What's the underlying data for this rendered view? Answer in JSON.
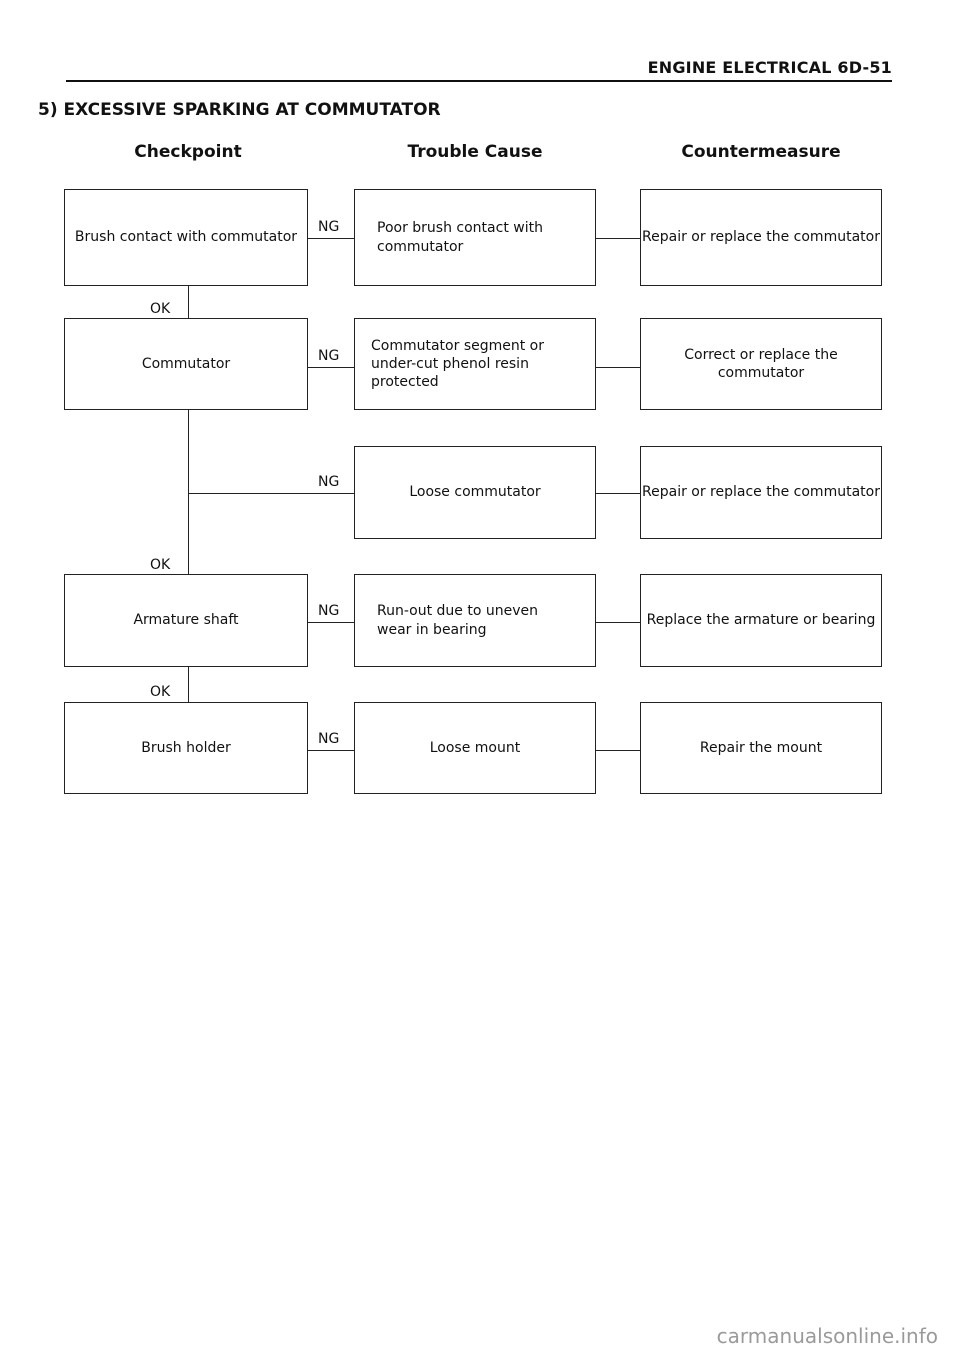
{
  "header": {
    "title": "ENGINE ELECTRICAL  6D-51"
  },
  "section": {
    "title": "5) EXCESSIVE SPARKING AT COMMUTATOR"
  },
  "columns": {
    "checkpoint": "Checkpoint",
    "cause": "Trouble Cause",
    "countermeasure": "Countermeasure"
  },
  "labels": {
    "ng": "NG",
    "ok": "OK"
  },
  "checkpoints": [
    "Brush contact with commutator",
    "Commutator",
    "Armature shaft",
    "Brush holder"
  ],
  "causes": [
    "Poor brush contact with commutator",
    "Commutator segment or under-cut phenol resin protected",
    "Loose commutator",
    "Run-out due to uneven wear in bearing",
    "Loose mount"
  ],
  "countermeasures": [
    "Repair or replace the commutator",
    "Correct or replace the commutator",
    "Repair or replace the commutator",
    "Replace the armature or bearing",
    "Repair the mount"
  ],
  "footer": {
    "watermark": "carmanualsonline.info"
  }
}
